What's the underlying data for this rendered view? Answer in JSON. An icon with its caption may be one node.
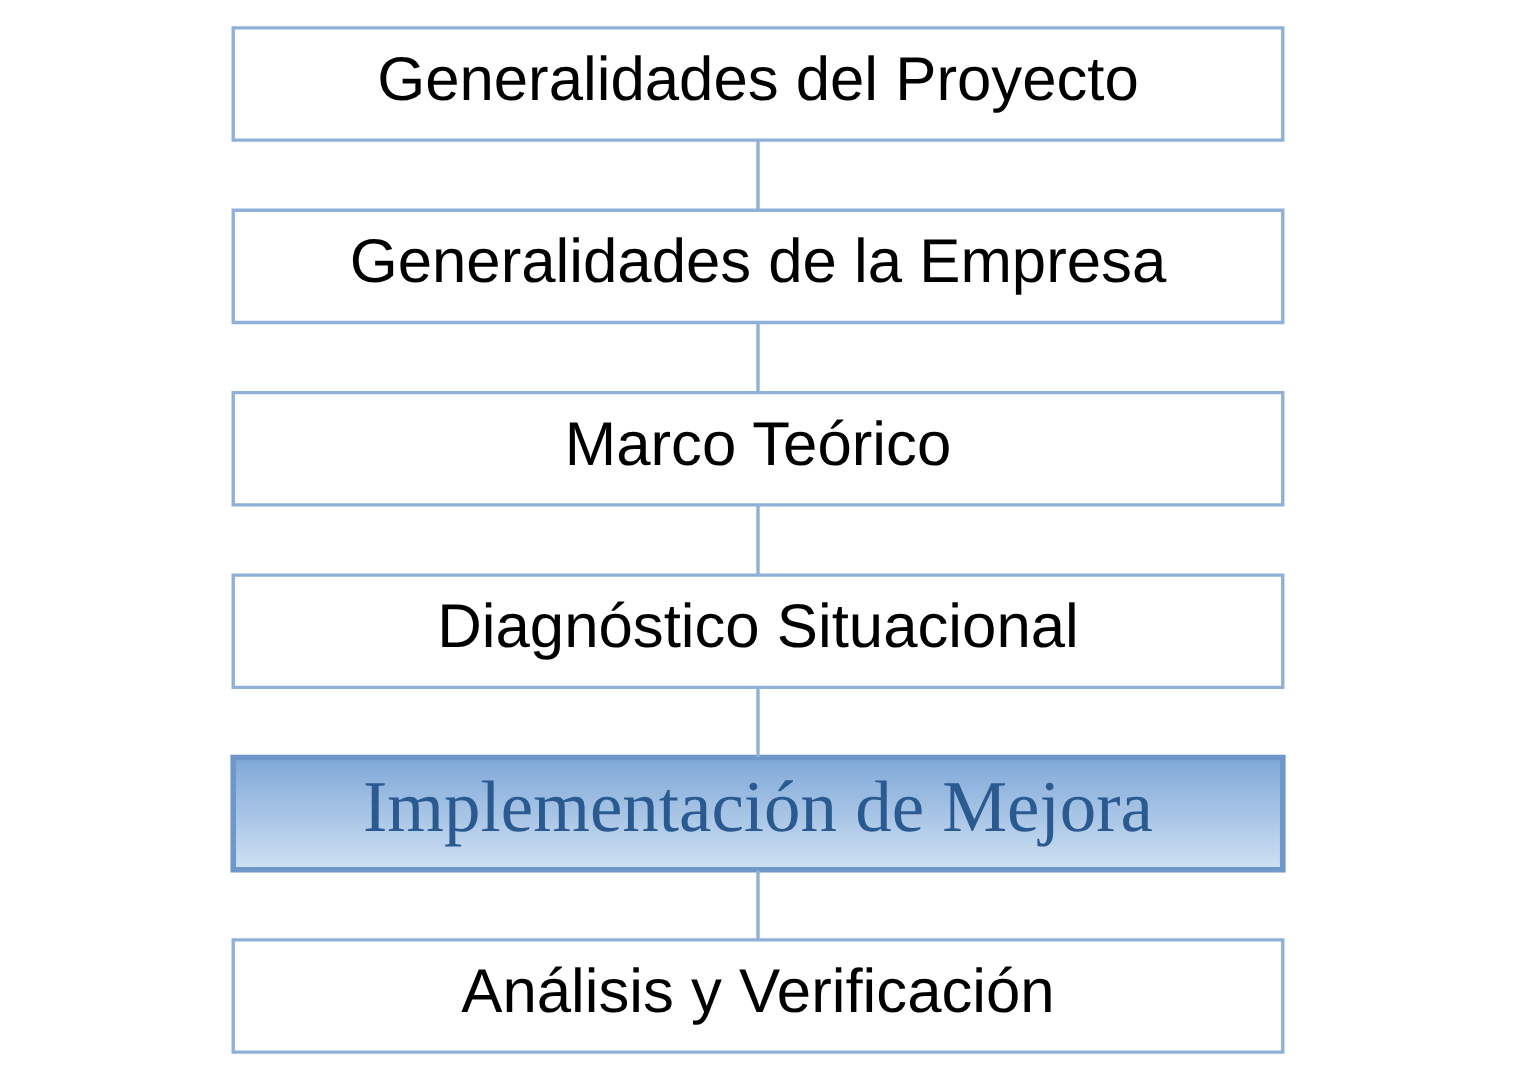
{
  "diagram": {
    "nodes": [
      {
        "text": [
          "Generalidades del Proyecto"
        ]
      },
      {
        "text": [
          "Generalidades de la Empresa"
        ]
      },
      {
        "text": [
          "Marco Teórico"
        ]
      },
      {
        "text": [
          "Diagnóstico Situacional"
        ]
      },
      {
        "text": [
          "Implementación de Mejora"
        ]
      },
      {
        "text": [
          "Análisis y Verificación"
        ]
      }
    ],
    "edges": [
      {
        "from": 0,
        "to": 1,
        "arrow": "none"
      },
      {
        "from": 1,
        "to": 2,
        "arrow": "none"
      },
      {
        "from": 2,
        "to": 3,
        "arrow": "none"
      },
      {
        "from": 3,
        "to": 4,
        "arrow": "none"
      },
      {
        "from": 4,
        "to": 5,
        "arrow": "none"
      }
    ]
  }
}
